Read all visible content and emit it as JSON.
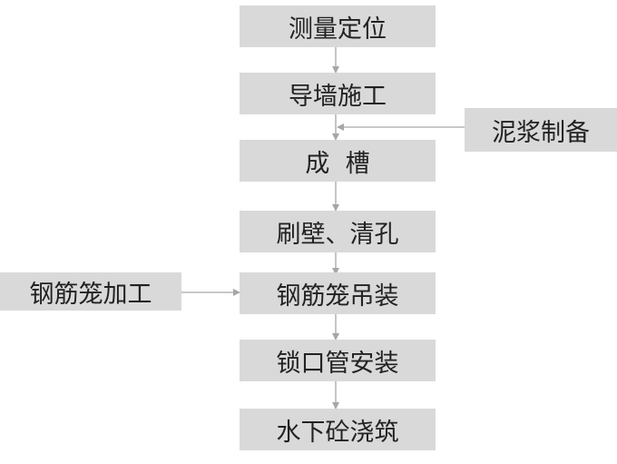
{
  "main_steps": [
    "测量定位",
    "导墙施工",
    "成  槽",
    "刷壁、清孔",
    "钢筋笼吊装",
    "锁口管安装",
    "水下砼浇筑"
  ],
  "side_steps": {
    "right": "泥浆制备",
    "left": "钢筋笼加工"
  },
  "colors": {
    "box_fill": "#d9d9d9",
    "arrow": "#a6a6a6",
    "text": "#222222"
  }
}
